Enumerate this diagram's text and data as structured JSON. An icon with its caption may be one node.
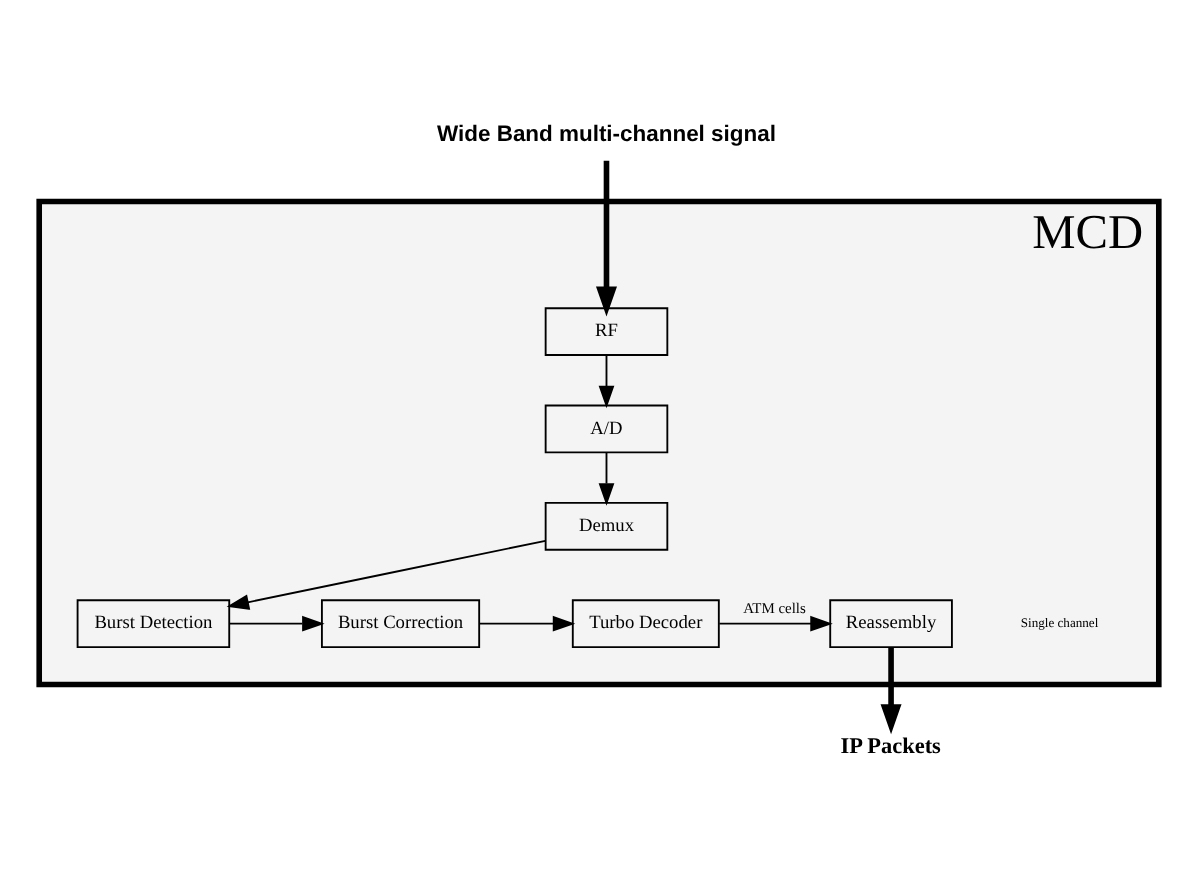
{
  "diagram": {
    "nodes": [
      {
        "text": [
          "Wide Band multi-channel signal"
        ]
      },
      {
        "text": [
          "MCD"
        ]
      },
      {
        "text": [
          "RF"
        ],
        "in": 1
      },
      {
        "text": [
          "A/D"
        ],
        "in": 1
      },
      {
        "text": [
          "Demux"
        ],
        "in": 1
      },
      {
        "text": [
          "Burst Detection"
        ],
        "in": 1
      },
      {
        "text": [
          "Burst Correction"
        ],
        "in": 1
      },
      {
        "text": [
          "Turbo Decoder"
        ],
        "in": 1
      },
      {
        "text": [
          "Reassembly"
        ],
        "in": 1
      },
      {
        "text": [
          "IP Packets"
        ]
      }
    ],
    "edges": [
      {
        "from": 0,
        "to": 2,
        "arrow": "to",
        "style": "thick"
      },
      {
        "from": 2,
        "to": 3,
        "arrow": "to"
      },
      {
        "from": 3,
        "to": 4,
        "arrow": "to"
      },
      {
        "from": 4,
        "to": 5,
        "arrow": "to"
      },
      {
        "from": 5,
        "to": 6,
        "arrow": "to"
      },
      {
        "from": 6,
        "to": 7,
        "arrow": "to"
      },
      {
        "from": 7,
        "to": 8,
        "arrow": "to",
        "label": "ATM cells"
      },
      {
        "from": 8,
        "to": 9,
        "arrow": "to",
        "style": "thick"
      }
    ],
    "labels": [
      "Single channel"
    ]
  }
}
